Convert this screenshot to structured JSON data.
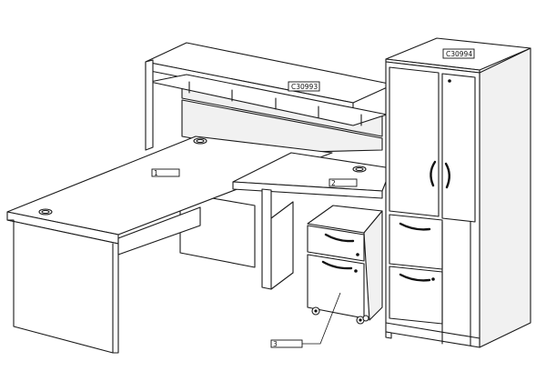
{
  "callouts": {
    "hutch": "C30993",
    "tower": "C30994",
    "desk": "1",
    "return": "2",
    "pedestal": "3"
  },
  "colors": {
    "line": "#1a1a1a",
    "background": "#ffffff"
  }
}
